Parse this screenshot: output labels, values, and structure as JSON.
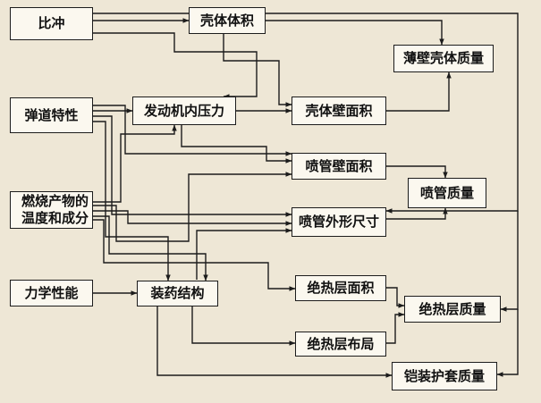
{
  "diagram": {
    "nodes": {
      "bichong": "比冲",
      "ketitiji": "壳体体积",
      "bobi_keti_zhiliang": "薄壁壳体质量",
      "dandao_texing": "弹道特性",
      "fadongji_neiyali": "发动机内压力",
      "keti_bimianji": "壳体壁面积",
      "penguan_bimianji": "喷管壁面积",
      "penguan_zhiliang": "喷管质量",
      "ranshao_line1": "燃烧产物的",
      "ranshao_line2": "温度和成分",
      "penguan_waixing_chicun": "喷管外形尺寸",
      "lixue_xingneng": "力学性能",
      "zhuangyao_jiegou": "装药结构",
      "juere_ceng_mianji": "绝热层面积",
      "juere_ceng_zhiliang": "绝热层质量",
      "juere_ceng_buju": "绝热层布局",
      "kaizhuang_hutao_zhiliang": "铠装护套质量"
    },
    "colors": {
      "background": "#eee7d6",
      "box_fill": "#fbf8ef",
      "stroke": "#1c1c1c"
    }
  }
}
